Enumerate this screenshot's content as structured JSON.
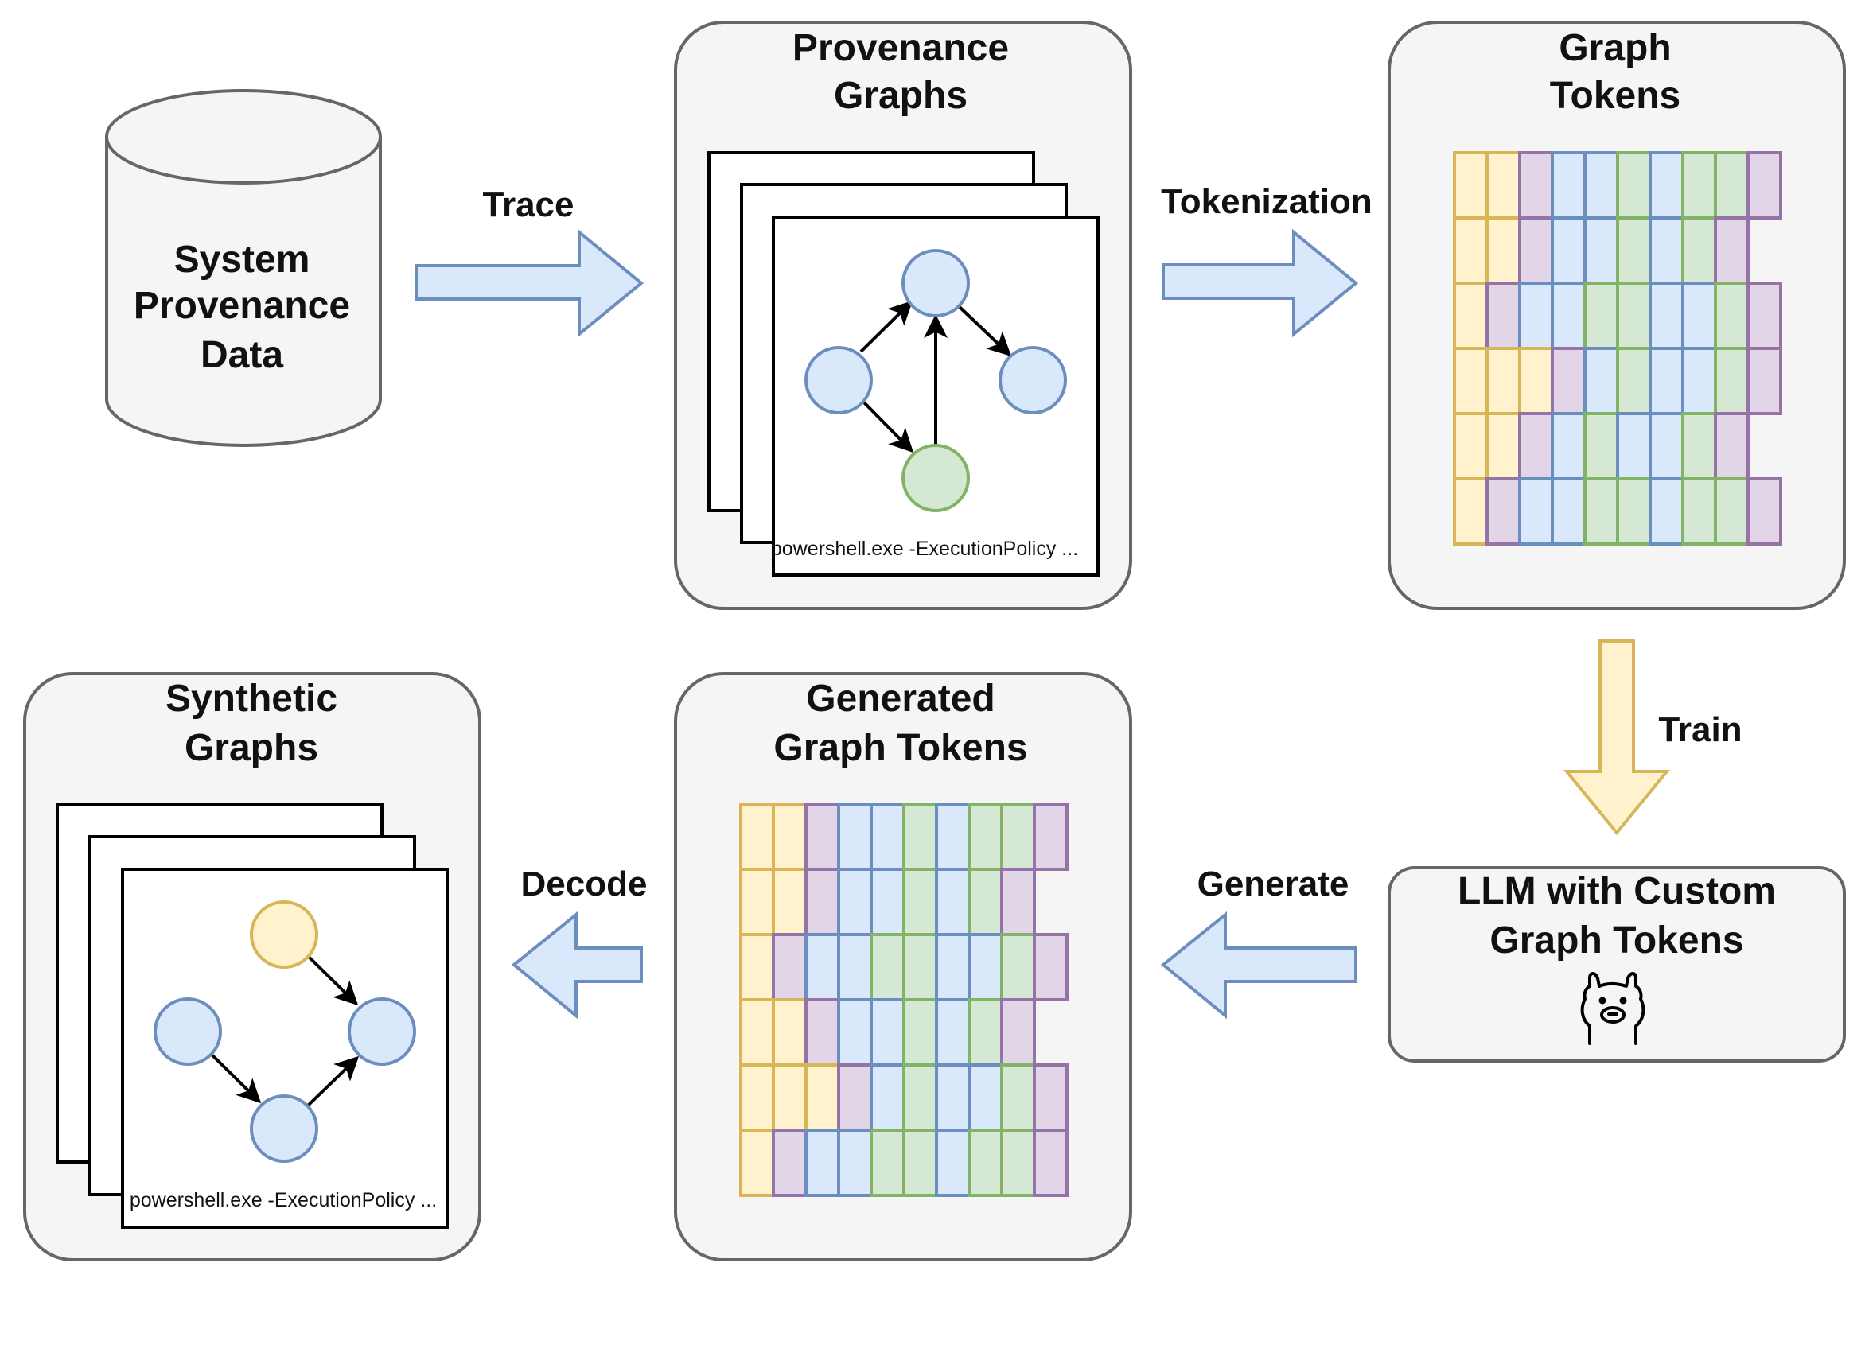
{
  "database": {
    "lines": [
      "System",
      "Provenance",
      "Data"
    ]
  },
  "panels": {
    "provenance_graphs": {
      "title_lines": [
        "Provenance",
        "Graphs"
      ],
      "caption": "powershell.exe -ExecutionPolicy ..."
    },
    "graph_tokens": {
      "title_lines": [
        "Graph",
        "Tokens"
      ]
    },
    "llm": {
      "title_lines": [
        "LLM with Custom",
        "Graph Tokens"
      ],
      "icon": "llama-icon"
    },
    "generated_tokens": {
      "title_lines": [
        "Generated",
        "Graph Tokens"
      ]
    },
    "synthetic_graphs": {
      "title_lines": [
        "Synthetic",
        "Graphs"
      ],
      "caption": "powershell.exe -ExecutionPolicy ..."
    }
  },
  "arrows": {
    "trace": "Trace",
    "tokenization": "Tokenization",
    "train": "Train",
    "generate": "Generate",
    "decode": "Decode"
  },
  "token_grid": {
    "rows": [
      [
        "Y",
        "Y",
        "P",
        "B",
        "B",
        "G",
        "B",
        "G",
        "G",
        "P"
      ],
      [
        "Y",
        "Y",
        "P",
        "B",
        "B",
        "G",
        "B",
        "G",
        "P",
        ""
      ],
      [
        "Y",
        "P",
        "B",
        "B",
        "G",
        "G",
        "B",
        "B",
        "G",
        "P"
      ],
      [
        "Y",
        "Y",
        "Y",
        "P",
        "B",
        "G",
        "B",
        "B",
        "G",
        "P"
      ],
      [
        "Y",
        "Y",
        "P",
        "B",
        "G",
        "B",
        "B",
        "G",
        "P",
        ""
      ],
      [
        "Y",
        "P",
        "B",
        "B",
        "G",
        "G",
        "B",
        "G",
        "G",
        "P"
      ]
    ]
  },
  "generated_grid": {
    "rows": [
      [
        "Y",
        "Y",
        "P",
        "B",
        "B",
        "G",
        "B",
        "G",
        "G",
        "P"
      ],
      [
        "Y",
        "Y",
        "P",
        "B",
        "B",
        "G",
        "B",
        "G",
        "P",
        ""
      ],
      [
        "Y",
        "P",
        "B",
        "B",
        "G",
        "G",
        "B",
        "B",
        "G",
        "P"
      ],
      [
        "Y",
        "Y",
        "P",
        "B",
        "B",
        "G",
        "B",
        "G",
        "P",
        ""
      ],
      [
        "Y",
        "Y",
        "Y",
        "P",
        "B",
        "G",
        "B",
        "B",
        "G",
        "P"
      ],
      [
        "Y",
        "P",
        "B",
        "B",
        "G",
        "G",
        "B",
        "G",
        "G",
        "P"
      ]
    ]
  },
  "colors": {
    "Y": {
      "fill": "#fff2cc",
      "stroke": "#d6b656"
    },
    "P": {
      "fill": "#e1d5e7",
      "stroke": "#9673a6"
    },
    "B": {
      "fill": "#dae8fc",
      "stroke": "#6c8ebf"
    },
    "G": {
      "fill": "#d5e8d4",
      "stroke": "#82b366"
    },
    "panel_fill": "#f5f5f5",
    "panel_stroke": "#666666"
  }
}
